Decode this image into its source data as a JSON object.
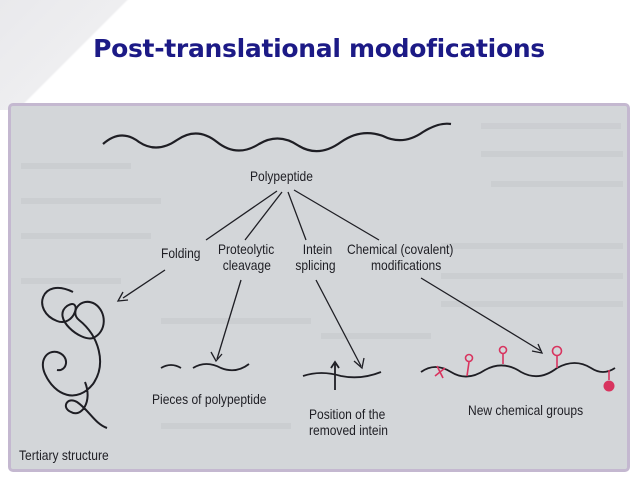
{
  "slide": {
    "title": "Post-translational modofications"
  },
  "diagram": {
    "root": "Polypeptide",
    "branches": [
      {
        "label_line1": "Folding",
        "label_line2": "",
        "outcome": "Tertiary structure"
      },
      {
        "label_line1": "Proteolytic",
        "label_line2": "cleavage",
        "outcome": "Pieces of polypeptide"
      },
      {
        "label_line1": "Intein",
        "label_line2": "splicing",
        "outcome_line1": "Position of the",
        "outcome_line2": "removed intein"
      },
      {
        "label_line1": "Chemical (covalent)",
        "label_line2": "modifications",
        "outcome": "New chemical groups"
      }
    ]
  },
  "colors": {
    "title": "#1c1a86",
    "ink": "#1e1e24",
    "chemical_groups": "#d8345f"
  }
}
